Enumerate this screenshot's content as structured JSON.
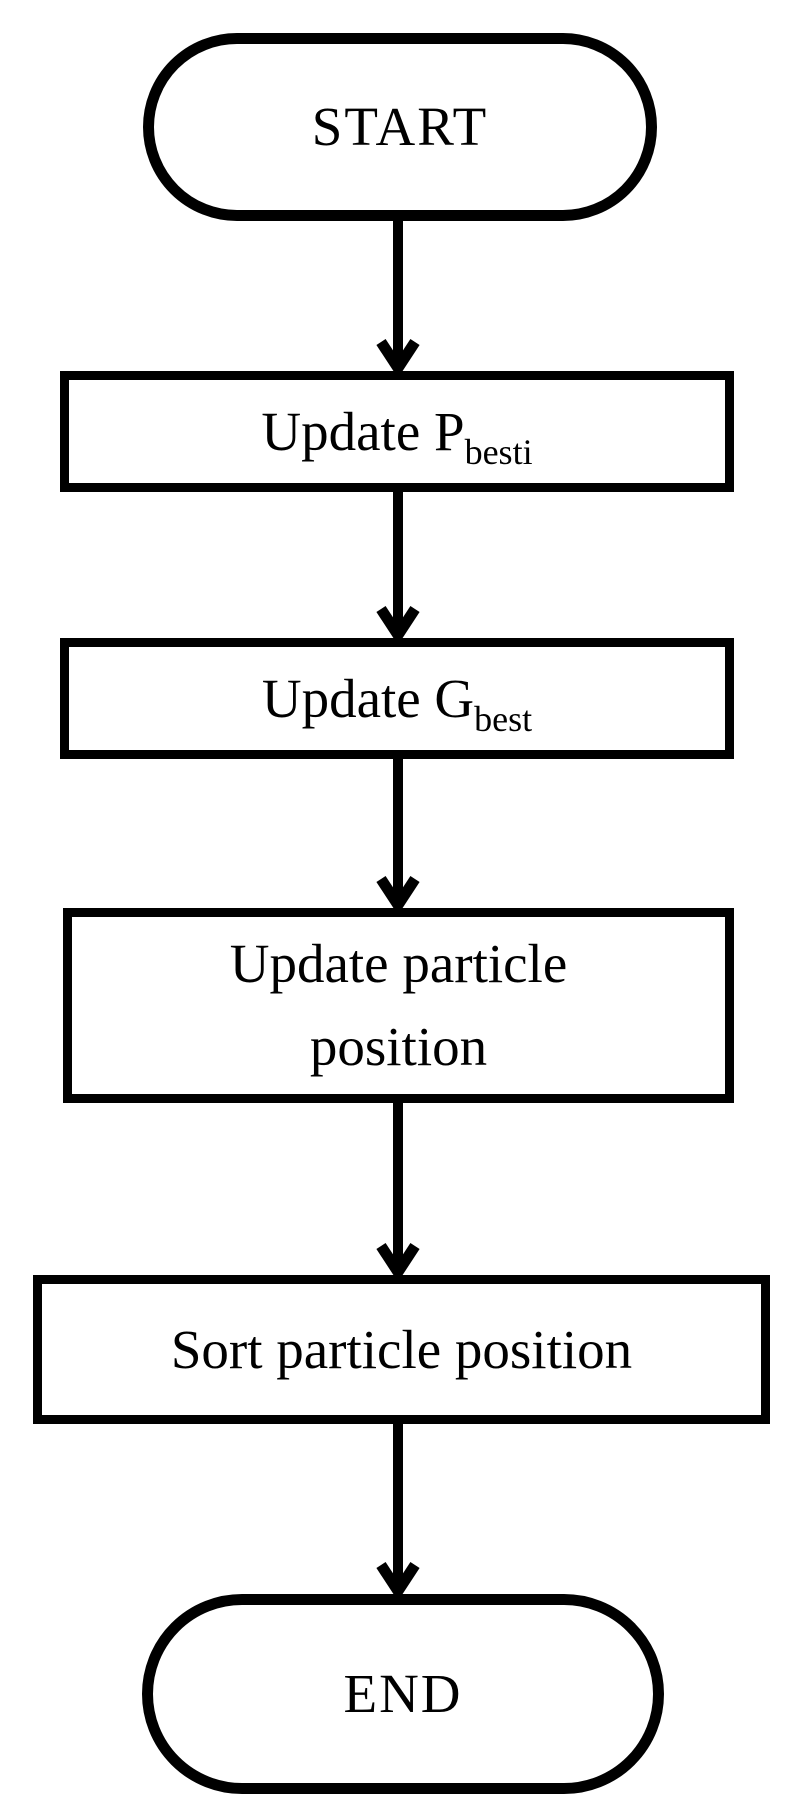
{
  "diagram": {
    "type": "flowchart",
    "background_color": "#ffffff",
    "stroke_color": "#000000",
    "text_color": "#000000",
    "nodes": {
      "start": {
        "shape": "terminator",
        "label": "START"
      },
      "update_pbest": {
        "shape": "process",
        "label_main": "Update P",
        "label_sub": "besti"
      },
      "update_gbest": {
        "shape": "process",
        "label_main": "Update G",
        "label_sub": "best"
      },
      "update_particle_position": {
        "shape": "process",
        "label": "Update particle\nposition"
      },
      "sort_particle_position": {
        "shape": "process",
        "label": "Sort particle position"
      },
      "end": {
        "shape": "terminator",
        "label": "END"
      }
    },
    "edges": [
      {
        "from": "start",
        "to": "update_pbest"
      },
      {
        "from": "update_pbest",
        "to": "update_gbest"
      },
      {
        "from": "update_gbest",
        "to": "update_particle_position"
      },
      {
        "from": "update_particle_position",
        "to": "sort_particle_position"
      },
      {
        "from": "sort_particle_position",
        "to": "end"
      }
    ]
  }
}
